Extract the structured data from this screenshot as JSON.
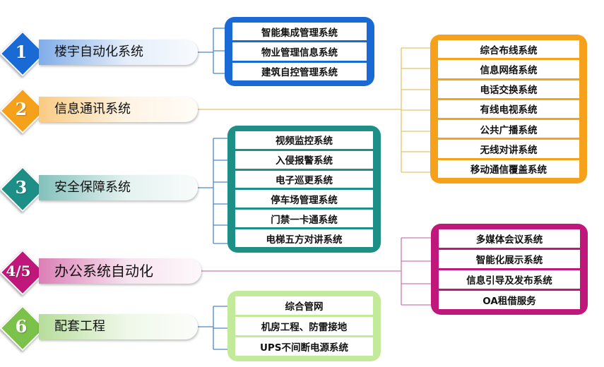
{
  "colors": {
    "blue": "#1a6ad6",
    "orange": "#f5a11c",
    "teal": "#1e8f86",
    "magenta": "#c0177a",
    "green": "#7cc14a",
    "green_panel": "#c2ea9a",
    "wire": "#4f86c8"
  },
  "categories": [
    {
      "num": "1",
      "label": "楼宇自动化系统",
      "color_key": "blue"
    },
    {
      "num": "2",
      "label": "信息通讯系统",
      "color_key": "orange"
    },
    {
      "num": "3",
      "label": "安全保障系统",
      "color_key": "teal"
    },
    {
      "num": "4/5",
      "label": "办公系统自动化",
      "color_key": "magenta"
    },
    {
      "num": "6",
      "label": "配套工程",
      "color_key": "green"
    }
  ],
  "panels": [
    {
      "name": "building-automation",
      "color_key": "blue",
      "items": [
        "智能集成管理系统",
        "物业管理信息系统",
        "建筑自控管理系统"
      ]
    },
    {
      "name": "communication",
      "color_key": "orange",
      "items": [
        "综合布线系统",
        "信息网络系统",
        "电话交换系统",
        "有线电视系统",
        "公共广播系统",
        "无线对讲系统",
        "移动通信覆盖系统"
      ]
    },
    {
      "name": "security",
      "color_key": "teal",
      "items": [
        "视频监控系统",
        "入侵报警系统",
        "电子巡更系统",
        "停车场管理系统",
        "门禁一卡通系统",
        "电梯五方对讲系统"
      ]
    },
    {
      "name": "office-automation",
      "color_key": "magenta",
      "items": [
        "多媒体会议系统",
        "智能化展示系统",
        "信息引导及发布系统",
        "OA租借服务"
      ]
    },
    {
      "name": "supporting-works",
      "color_key": "green_panel",
      "items": [
        "综合管网",
        "机房工程、防雷接地",
        "UPS不间断电源系统"
      ]
    }
  ]
}
